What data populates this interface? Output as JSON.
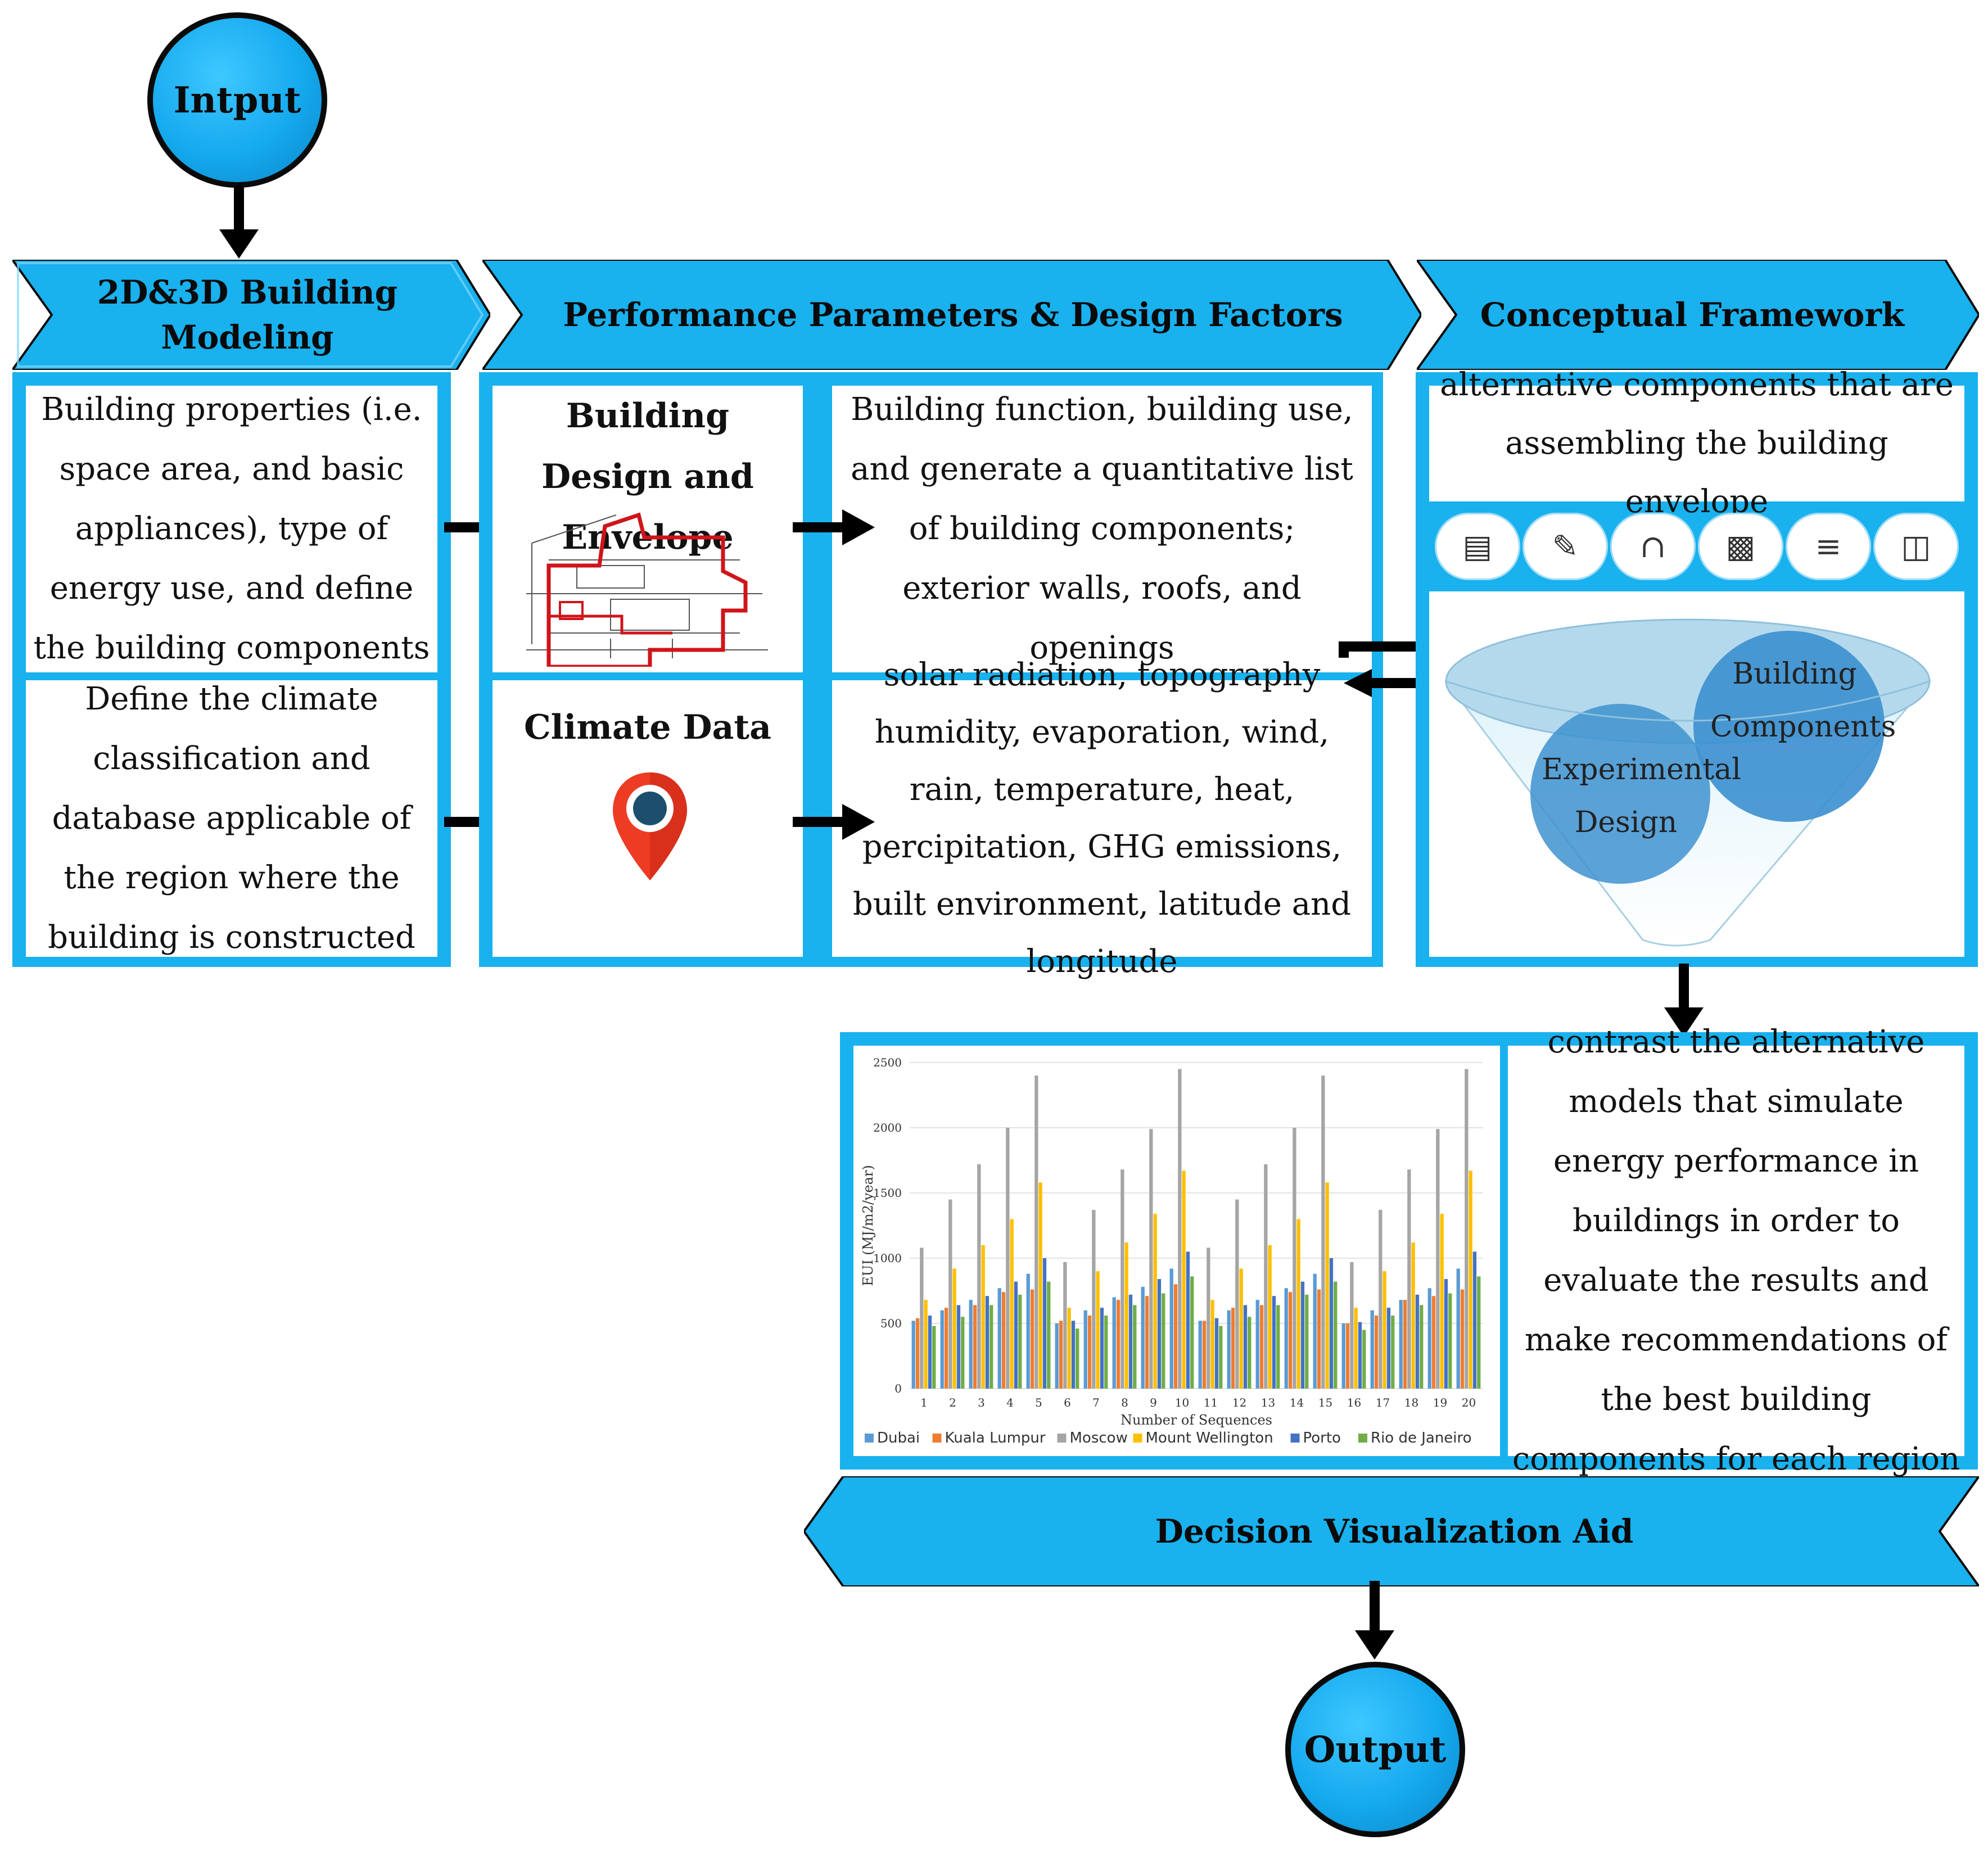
{
  "input_label": "Intput",
  "output_label": "Output",
  "banners": {
    "modeling": "2D&3D Building Modeling",
    "performance": "Performance Parameters & Design Factors",
    "conceptual": "Conceptual Framework",
    "decision": "Decision Visualization Aid"
  },
  "modeling_panel": {
    "top_text": "Building properties (i.e. space area, and basic appliances), type of energy use, and define the building components",
    "bottom_text": "Define the climate classification and database applicable of the region where the building is constructed"
  },
  "performance_panel": {
    "design_heading": "Building Design and Envelope",
    "design_text": "Building function, building use, and generate a quantitative list of building components; exterior walls, roofs, and openings",
    "climate_heading": "Climate Data",
    "climate_text": "solar radiation, topography humidity, evaporation, wind, rain, temperature, heat, percipitation, GHG emissions, built environment, latitude and longitude"
  },
  "conceptual_panel": {
    "top_text": "alternative components that are assembling the building envelope",
    "icons": [
      "map-icon",
      "pencil-icon",
      "door-frame-icon",
      "hatch-pattern-icon",
      "layers-icon",
      "window-icon"
    ],
    "bubble_components": "Building Components",
    "bubble_design": "Experimental Design"
  },
  "evaluation_text": "contrast the alternative models that simulate energy performance in buildings in order to evaluate the results and make recommendations of the best building components for each region",
  "chart_data": {
    "type": "bar",
    "xlabel": "Number of Sequences",
    "ylabel": "EUI (MJ/m2/year)",
    "ylim": [
      0,
      2500
    ],
    "yticks": [
      0,
      500,
      1000,
      1500,
      2000,
      2500
    ],
    "categories": [
      "1",
      "2",
      "3",
      "4",
      "5",
      "6",
      "7",
      "8",
      "9",
      "10",
      "11",
      "12",
      "13",
      "14",
      "15",
      "16",
      "17",
      "18",
      "19",
      "20"
    ],
    "colors": [
      "#5b9bd5",
      "#ed7d31",
      "#a5a5a5",
      "#ffc000",
      "#4472c4",
      "#70ad47"
    ],
    "series": [
      {
        "name": "Dubai",
        "values": [
          520,
          600,
          680,
          770,
          880,
          500,
          600,
          700,
          780,
          920,
          520,
          600,
          680,
          770,
          880,
          500,
          600,
          680,
          770,
          920
        ]
      },
      {
        "name": "Kuala Lumpur",
        "values": [
          540,
          620,
          640,
          740,
          760,
          520,
          560,
          680,
          710,
          800,
          520,
          620,
          640,
          740,
          760,
          500,
          560,
          680,
          710,
          760
        ]
      },
      {
        "name": "Moscow",
        "values": [
          1080,
          1450,
          1720,
          2000,
          2400,
          970,
          1370,
          1680,
          1990,
          2450,
          1080,
          1450,
          1720,
          2000,
          2400,
          970,
          1370,
          1680,
          1990,
          2450
        ]
      },
      {
        "name": "Mount Wellington",
        "values": [
          680,
          920,
          1100,
          1300,
          1580,
          620,
          900,
          1120,
          1340,
          1670,
          680,
          920,
          1100,
          1300,
          1580,
          620,
          900,
          1120,
          1340,
          1670
        ]
      },
      {
        "name": "Porto",
        "values": [
          560,
          640,
          710,
          820,
          1000,
          520,
          620,
          720,
          840,
          1050,
          540,
          640,
          710,
          820,
          1000,
          510,
          620,
          720,
          840,
          1050
        ]
      },
      {
        "name": "Rio de Janeiro",
        "values": [
          480,
          550,
          640,
          720,
          820,
          460,
          560,
          640,
          730,
          860,
          480,
          550,
          640,
          720,
          820,
          450,
          560,
          640,
          730,
          860
        ]
      }
    ]
  }
}
